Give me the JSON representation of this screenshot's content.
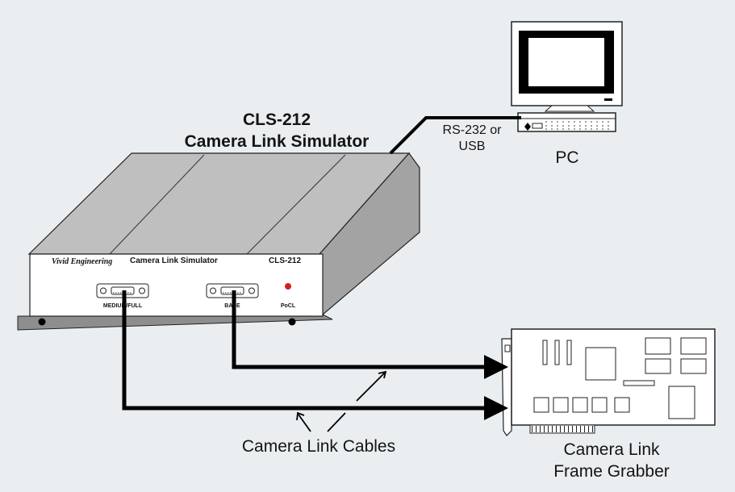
{
  "device": {
    "model": "CLS-212",
    "name": "Camera Link Simulator",
    "front_brand": "Vivid Engineering",
    "front_product": "Camera Link Simulator",
    "front_model": "CLS-212",
    "port_medium_full": "MEDIUM/FULL",
    "port_base": "BASE",
    "pocl_label": "PoCL"
  },
  "pc": {
    "label": "PC"
  },
  "serial_link": {
    "line1": "RS-232 or",
    "line2": "USB"
  },
  "cables": {
    "label": "Camera Link Cables"
  },
  "grabber": {
    "line1": "Camera Link",
    "line2": "Frame Grabber"
  },
  "colors": {
    "background": "#eaeef0",
    "box_top": "#bfbfbf",
    "box_side": "#a3a3a3",
    "led": "#d42020",
    "line": "#000000"
  }
}
